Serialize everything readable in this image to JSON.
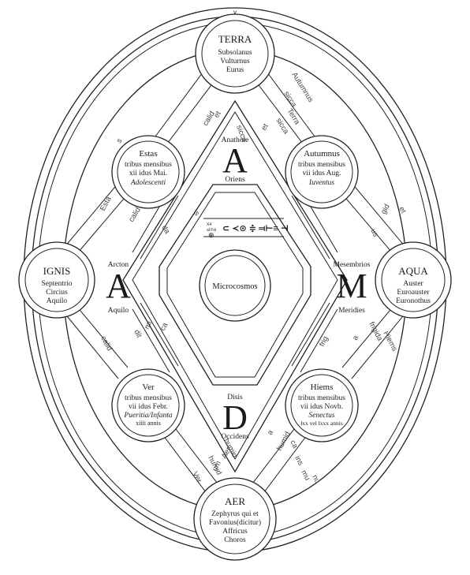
{
  "top_mark": "v",
  "terra": {
    "title": "TERRA",
    "lines": [
      "Subsolanus",
      "Vulturnus",
      "Eurus"
    ]
  },
  "ignis": {
    "title": "IGNIS",
    "lines": [
      "Septentrio",
      "Circius",
      "Aquilo"
    ]
  },
  "aqua": {
    "title": "AQUA",
    "lines": [
      "Auster",
      "Euroauster",
      "Euronothus"
    ]
  },
  "aer": {
    "title": "AER",
    "lines": [
      "Zephyrus qui et",
      "Favonius(dicitur)",
      "Affricus",
      "Choros"
    ]
  },
  "estas": {
    "title": "Estas",
    "lines": [
      "tribus mensibus",
      "xii idus Mai."
    ],
    "age": "Adolescenti"
  },
  "autumnus": {
    "title": "Autumnus",
    "lines": [
      "tribus mensibus",
      "vii idus Aug."
    ],
    "age": "Iuventus"
  },
  "ver": {
    "title": "Ver",
    "lines": [
      "tribus mensibus",
      "vii idus Febr."
    ],
    "age": "Pueritia/Infanta",
    "extra": "xiiii annis"
  },
  "hiems": {
    "title": "Hiems",
    "lines": [
      "tribus mensibus",
      "vii idus Novb."
    ],
    "age": "Senectus",
    "extra": "lxx vel lxxx annis"
  },
  "center": {
    "title": "Microcosmos"
  },
  "letters": {
    "north": {
      "big": "A",
      "top": "Anathole",
      "bottom": "Oriens"
    },
    "west": {
      "big": "A",
      "top": "Arcton",
      "bottom": "Aquilo"
    },
    "east": {
      "big": "M",
      "top": "Mesembrios",
      "bottom": "Meridies"
    },
    "south": {
      "big": "D",
      "top": "Disis",
      "bottom": "Occidens"
    }
  },
  "inscription": {
    "glyphs": "⊂ ≺⊙ ≑ ⫤⊢≡ ⊣",
    "small": [
      "X4",
      "al Fol"
    ],
    "symbol": "⊕"
  },
  "edge_words": {
    "nw_outer": [
      "Esta",
      "s",
      "calid",
      "et",
      "sicca"
    ],
    "nw_inner": [
      "calid",
      "da",
      "s"
    ],
    "ne_outer": [
      "Autumnus",
      "sicca",
      "Terra",
      "sicca",
      "et"
    ],
    "ne_inner": [
      "et",
      "gid",
      "us"
    ],
    "sw_outer": [
      "calid",
      "dit",
      "ca",
      "mi"
    ],
    "sw_inner": [
      "Ver",
      "humid",
      "um",
      "Aer",
      "humid"
    ],
    "se_outer": [
      "Hiems",
      "frigida",
      "a",
      "frig"
    ],
    "se_inner": [
      "a",
      "humid",
      "ca",
      "ins",
      "mu",
      "nu"
    ]
  }
}
